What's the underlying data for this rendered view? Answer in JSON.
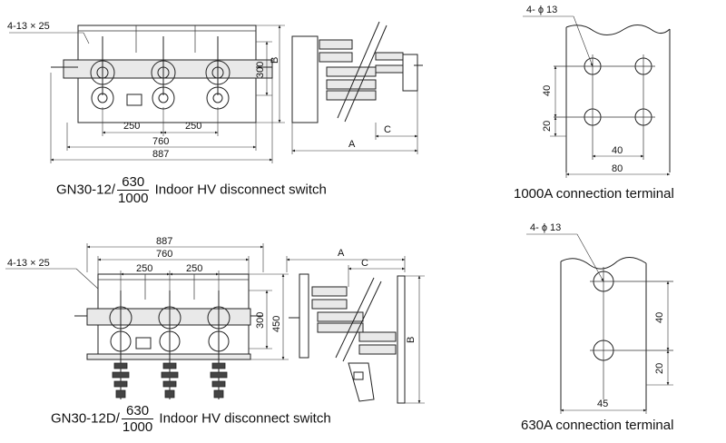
{
  "top_switch": {
    "callout": "4-13 × 25",
    "dims": {
      "d250a": "250",
      "d250b": "250",
      "d760": "760",
      "d887": "887",
      "d300": "300",
      "dB": "B",
      "dA": "A",
      "dC": "C"
    },
    "caption": {
      "prefix": "GN30-12/",
      "num": "630",
      "den": "1000",
      "suffix": " Indoor HV disconnect switch"
    }
  },
  "bottom_switch": {
    "callout": "4-13 × 25",
    "dims": {
      "d887": "887",
      "d760": "760",
      "d250a": "250",
      "d250b": "250",
      "d300": "300",
      "d450": "450",
      "dA": "A",
      "dC": "C",
      "dB": "B"
    },
    "caption": {
      "prefix": "GN30-12D/",
      "num": "630",
      "den": "1000",
      "suffix": " Indoor HV disconnect switch"
    }
  },
  "terminal_1000": {
    "callout": "4- ϕ 13",
    "dims": {
      "d40v": "40",
      "d20v": "20",
      "d40h": "40",
      "d80h": "80"
    },
    "caption": "1000A connection terminal"
  },
  "terminal_630": {
    "callout": "4- ϕ 13",
    "dims": {
      "d40v": "40",
      "d20v": "20",
      "d45h": "45"
    },
    "caption": "630A connection terminal"
  }
}
